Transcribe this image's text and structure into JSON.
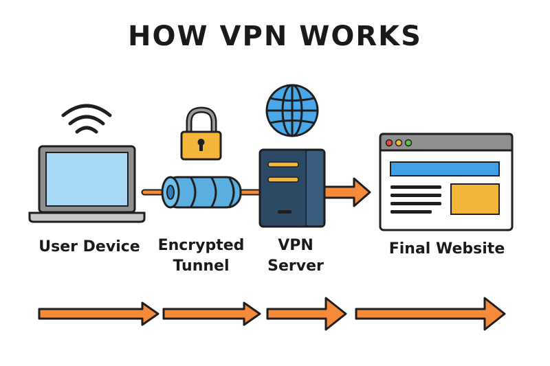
{
  "title": "HOW VPN WORKS",
  "steps": [
    {
      "id": "device",
      "lines": [
        "User Device"
      ],
      "icon": "laptop-icon"
    },
    {
      "id": "tunnel",
      "lines": [
        "Encrypted",
        "Tunnel"
      ],
      "icon": "tunnel-icon"
    },
    {
      "id": "server",
      "lines": [
        "VPN",
        "Server"
      ],
      "icon": "server-icon"
    },
    {
      "id": "website",
      "lines": [
        "Final Website"
      ],
      "icon": "browser-window-icon"
    }
  ],
  "decorations": [
    "wifi-icon",
    "padlock-icon",
    "globe-icon"
  ],
  "colors": {
    "orange": "#f58a3a",
    "outline": "#1e1e1e",
    "screen_blue": "#a9d8f5",
    "dark_blue": "#2c4a66",
    "globe_blue": "#4aa8e8",
    "gold": "#f4b63a",
    "bar_blue": "#3fa1e6",
    "tunnel_blue": "#5aaee0"
  }
}
